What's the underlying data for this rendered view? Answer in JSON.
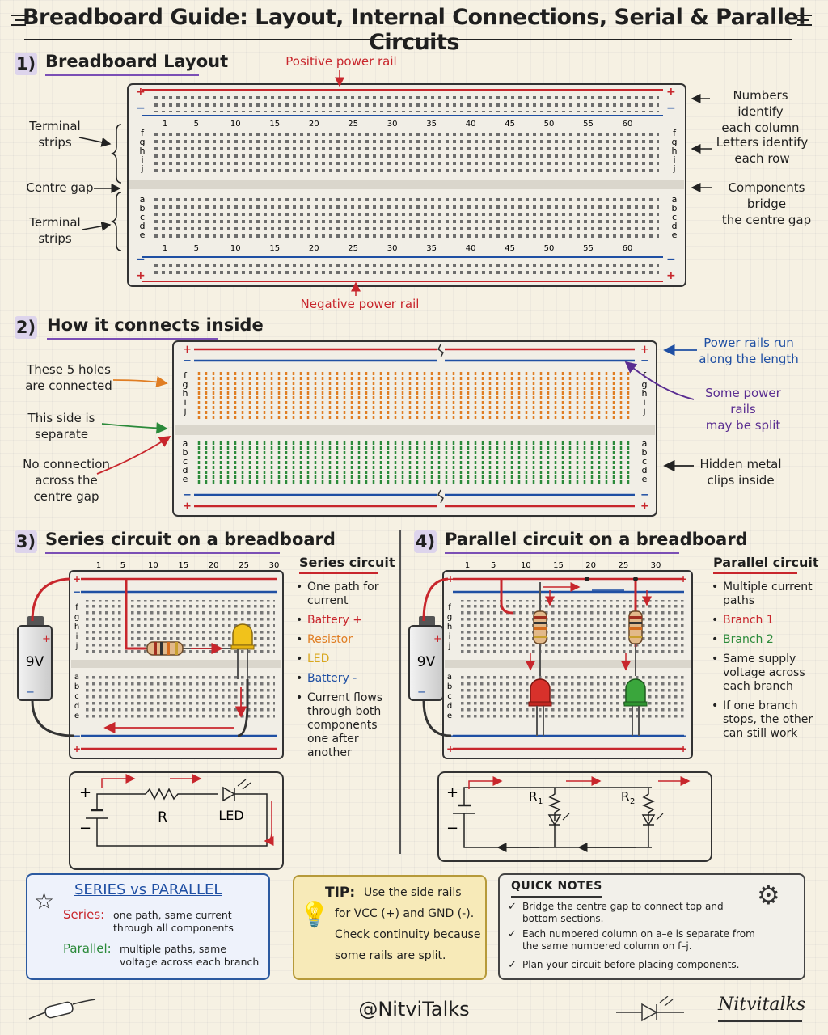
{
  "title": "Breadboard Guide: Layout, Internal Connections, Serial & Parallel Circuits",
  "s1": {
    "num": "1)",
    "title": "Breadboard Layout",
    "pos_rail": "Positive power rail",
    "neg_rail": "Negative power rail",
    "terminal_top": "Terminal\nstrips",
    "centre_gap": "Centre gap",
    "terminal_bottom": "Terminal\nstrips",
    "numbers_note": "Numbers identify\neach column",
    "letters_note": "Letters identify\neach row",
    "bridge_note": "Components bridge\nthe centre gap",
    "col_numbers": [
      "1",
      "5",
      "10",
      "15",
      "20",
      "25",
      "30",
      "35",
      "40",
      "45",
      "50",
      "55",
      "60"
    ],
    "rows_top": [
      "f",
      "g",
      "h",
      "i",
      "j"
    ],
    "rows_bottom": [
      "a",
      "b",
      "c",
      "d",
      "e"
    ],
    "plus": "+",
    "minus": "−"
  },
  "s2": {
    "num": "2)",
    "title": "How it connects inside",
    "five_holes": "These 5 holes\nare connected",
    "this_side": "This side is\nseparate",
    "no_conn": "No connection\nacross the\ncentre gap",
    "rails_run": "Power rails run\nalong the length",
    "rails_split": "Some power rails\nmay be split",
    "metal_clips": "Hidden metal\nclips inside"
  },
  "s3": {
    "num": "3)",
    "title": "Series circuit on a breadboard",
    "col_numbers": [
      "1",
      "5",
      "10",
      "15",
      "20",
      "25",
      "30"
    ],
    "battery": "9V",
    "side_title": "Series circuit",
    "b1": "One path for current",
    "b2": "Battery +",
    "b3": "Resistor",
    "b4": "LED",
    "b5": "Battery -",
    "b6": "Current flows through both components one after another",
    "schem_r": "R",
    "schem_led": "LED"
  },
  "s4": {
    "num": "4)",
    "title": "Parallel circuit on a breadboard",
    "col_numbers": [
      "1",
      "5",
      "10",
      "15",
      "20",
      "25",
      "30"
    ],
    "battery": "9V",
    "side_title": "Parallel circuit",
    "b1": "Multiple current paths",
    "b2": "Branch 1",
    "b3": "Branch 2",
    "b4": "Same supply voltage across each branch",
    "b5": "If one branch stops, the other can still work",
    "r1": "R",
    "r1_sub": "1",
    "r2": "R",
    "r2_sub": "2"
  },
  "box_sp": {
    "title": "SERIES vs PARALLEL",
    "series_lbl": "Series:",
    "series_txt": "one path, same current\nthrough all components",
    "parallel_lbl": "Parallel:",
    "parallel_txt": "multiple paths, same\nvoltage across each branch"
  },
  "box_tip": {
    "lbl": "TIP:",
    "line1": "Use the side rails",
    "line2": "for VCC (+) and GND (-).",
    "line3": "Check continuity because",
    "line4": "some rails are split."
  },
  "box_notes": {
    "title": "QUICK NOTES",
    "n1": "Bridge the centre gap to connect top and\nbottom sections.",
    "n2": "Each numbered column on a–e is separate from\nthe same numbered column on f–j.",
    "n3": "Plan your circuit before placing components."
  },
  "footer": {
    "handle": "@NitviTalks",
    "signature": "Nitvitalks"
  },
  "colors": {
    "red": "#c8262c",
    "blue": "#1f4fa3",
    "orange": "#e07d22",
    "green": "#2b8a3a",
    "purple": "#5a2d91"
  }
}
